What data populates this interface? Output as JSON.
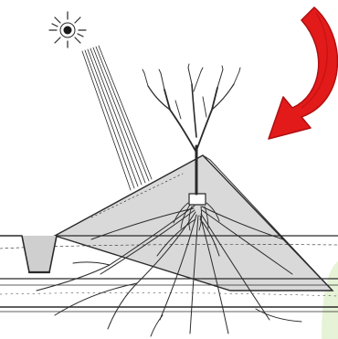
{
  "illustration": {
    "elements": [
      "sun-icon",
      "sun-rays",
      "soil-mound",
      "young-tree",
      "tree-roots",
      "drainage-ditch",
      "soil-layers",
      "red-arrow-icon"
    ],
    "colors": {
      "ink": "#2a2a2a",
      "mound_shade": "#d9d9d9",
      "arrow_red": "#e21a1a",
      "arrow_dark_red": "#b10f0f",
      "corner_tint": "#e6f3d6",
      "background": "#ffffff"
    }
  }
}
